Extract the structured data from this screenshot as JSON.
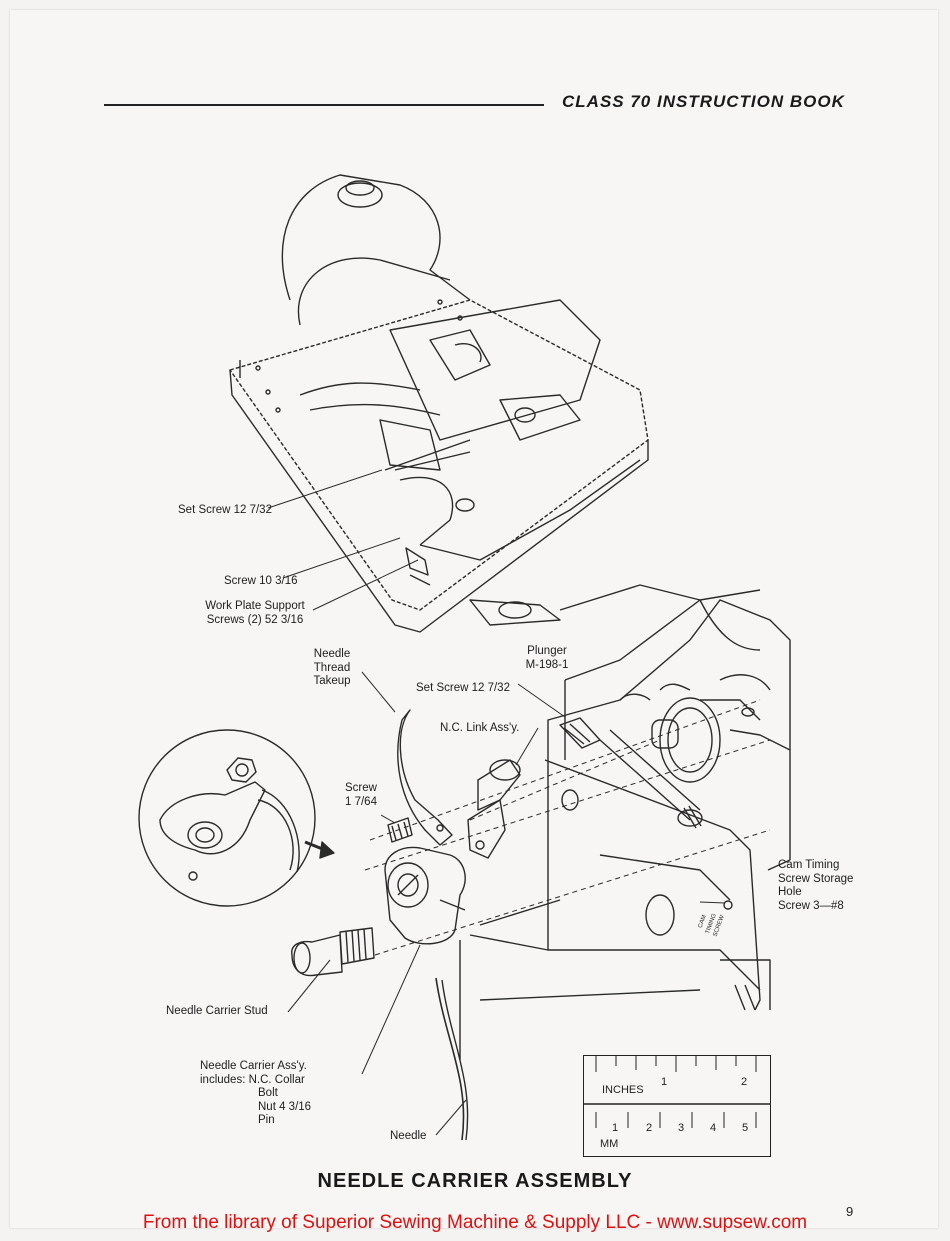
{
  "header": {
    "title": "CLASS 70 INSTRUCTION BOOK"
  },
  "labels": {
    "set_screw_upper": "Set Screw 12 7/32",
    "screw_10": "Screw 10 3/16",
    "work_plate_1": "Work Plate Support",
    "work_plate_2": "Screws (2) 52 3/16",
    "needle_thread_1": "Needle",
    "needle_thread_2": "Thread",
    "needle_thread_3": "Takeup",
    "plunger_1": "Plunger",
    "plunger_2": "M-198-1",
    "set_screw_lower": "Set Screw 12 7/32",
    "nc_link": "N.C. Link Ass'y.",
    "screw_small_1": "Screw",
    "screw_small_2": "1 7/64",
    "cam_1": "Cam Timing",
    "cam_2": "Screw Storage",
    "cam_3": "Hole",
    "cam_4": "Screw 3—#8",
    "cam_stamp_1": "CAM",
    "cam_stamp_2": "TIMING",
    "cam_stamp_3": "SCREW",
    "needle_carrier_stud": "Needle Carrier Stud",
    "carrier_1": "Needle Carrier Ass'y.",
    "carrier_2": "includes: N.C. Collar",
    "carrier_3": "Bolt",
    "carrier_4": "Nut 4 3/16",
    "carrier_5": "Pin",
    "needle": "Needle"
  },
  "ruler": {
    "inches_label": "INCHES",
    "inch_marks": [
      "1",
      "2"
    ],
    "mm_label": "MM",
    "cm_marks": [
      "1",
      "2",
      "3",
      "4",
      "5"
    ]
  },
  "figure_title": "NEEDLE CARRIER ASSEMBLY",
  "page_number": "9",
  "footer": "From the library of Superior Sewing Machine & Supply LLC - www.supsew.com"
}
